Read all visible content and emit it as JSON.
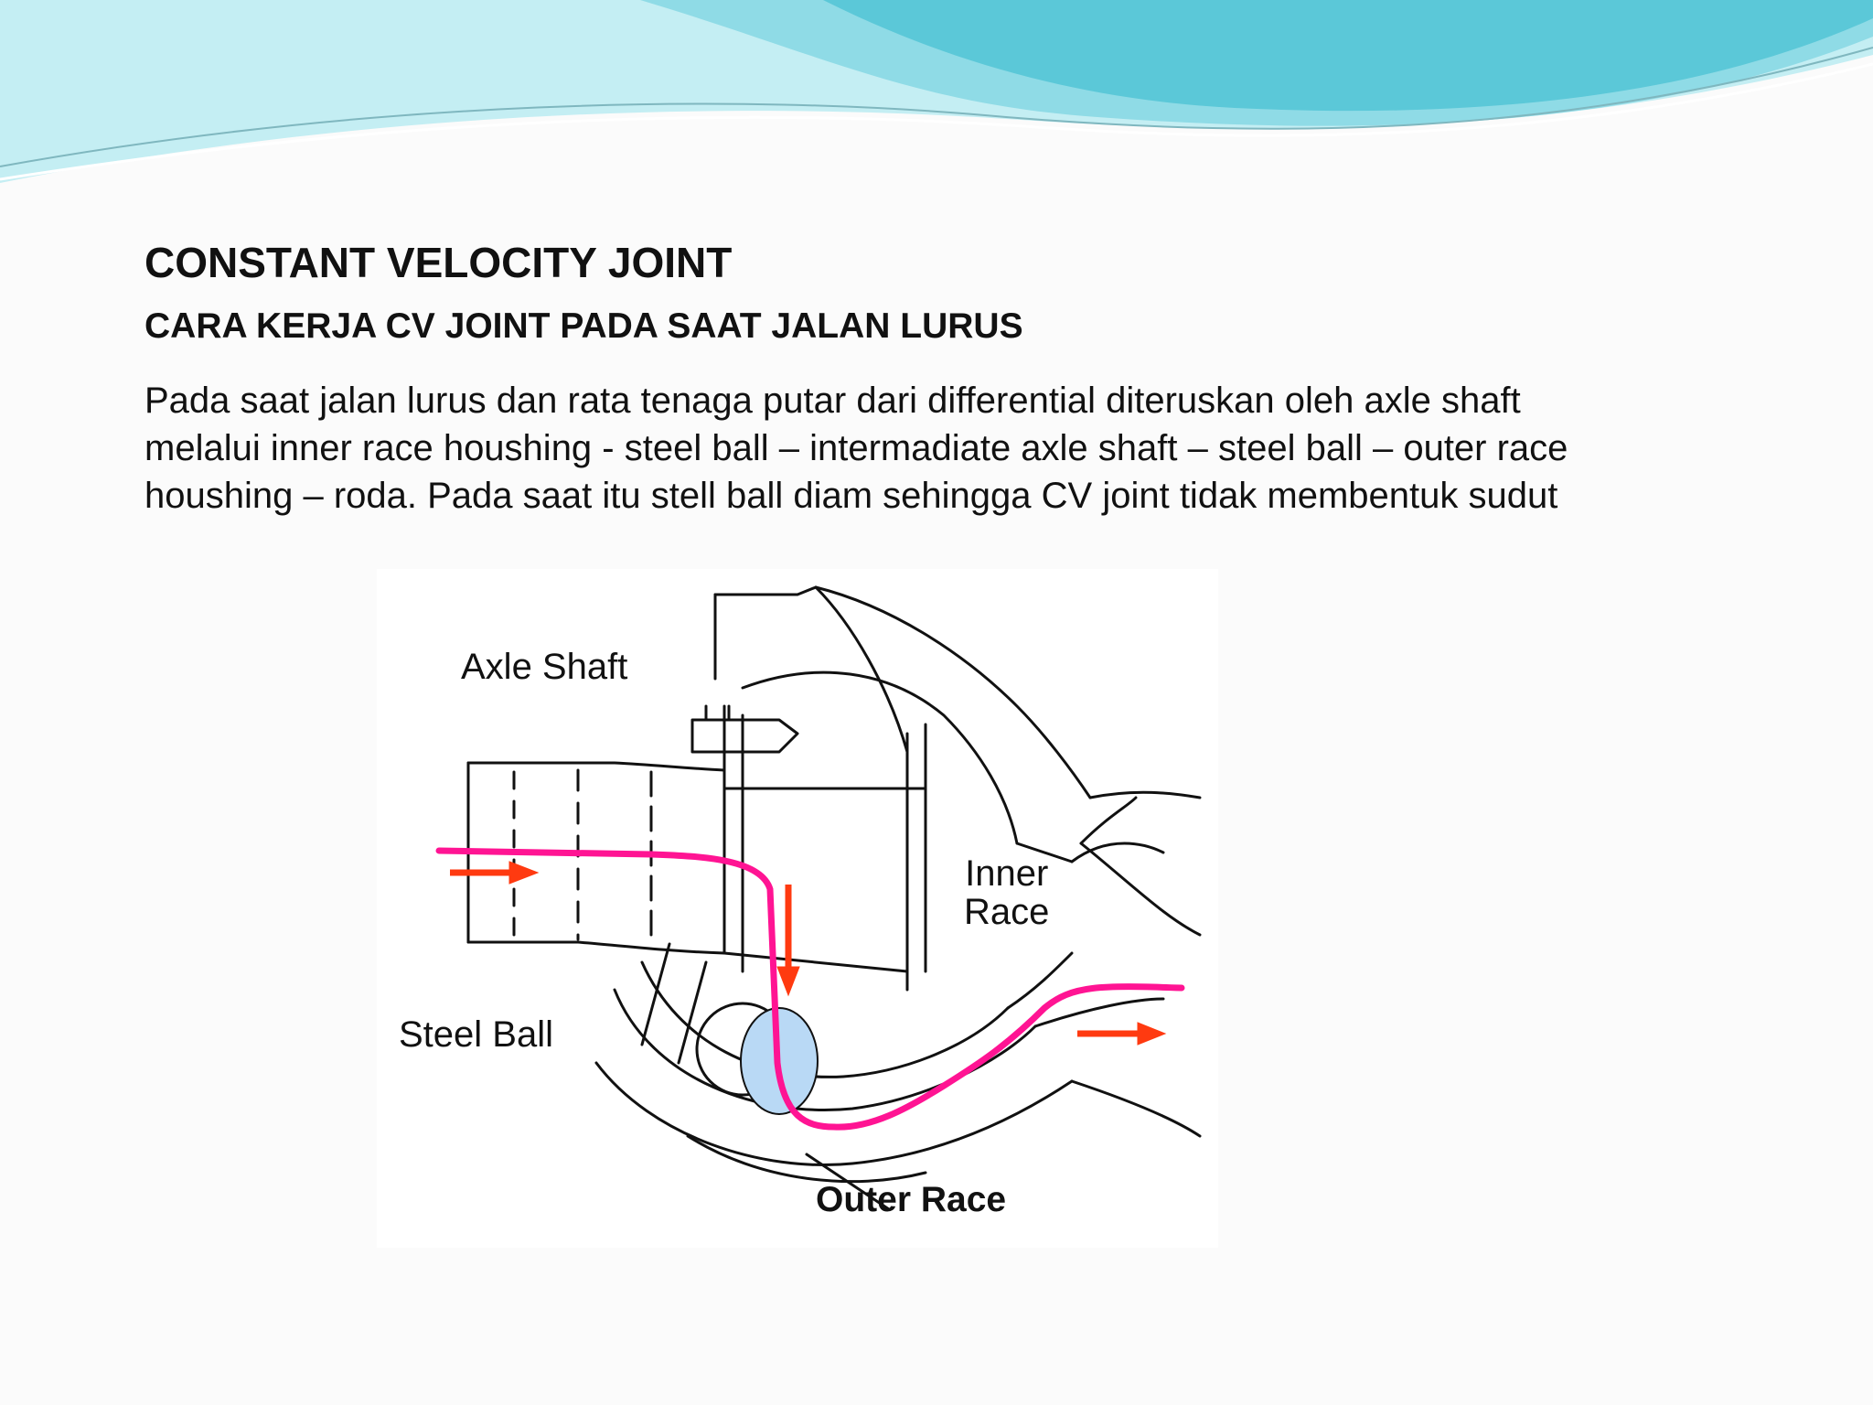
{
  "slide": {
    "title": "CONSTANT VELOCITY JOINT",
    "subtitle": "CARA KERJA CV JOINT PADA SAAT JALAN LURUS",
    "body": "Pada saat jalan lurus dan rata tenaga putar dari differential diteruskan oleh axle shaft melalui inner race houshing -  steel ball – intermadiate axle shaft – steel ball – outer race houshing – roda. Pada saat itu stell ball diam sehingga CV joint tidak membentuk sudut"
  },
  "figure": {
    "labels": {
      "axle_shaft": "Axle Shaft",
      "inner_race_line1": "Inner",
      "inner_race_line2": "Race",
      "steel_ball": "Steel Ball",
      "outer_race": "Outer Race"
    },
    "colors": {
      "power_flow_path": "#ff1493",
      "direction_arrow": "#ff3a10",
      "steel_ball_fill": "#b9d9f5",
      "line_art": "#111111"
    }
  },
  "theme": {
    "wave_colors": [
      "#5bc8d8",
      "#8fdbe6",
      "#c4eef3"
    ]
  }
}
